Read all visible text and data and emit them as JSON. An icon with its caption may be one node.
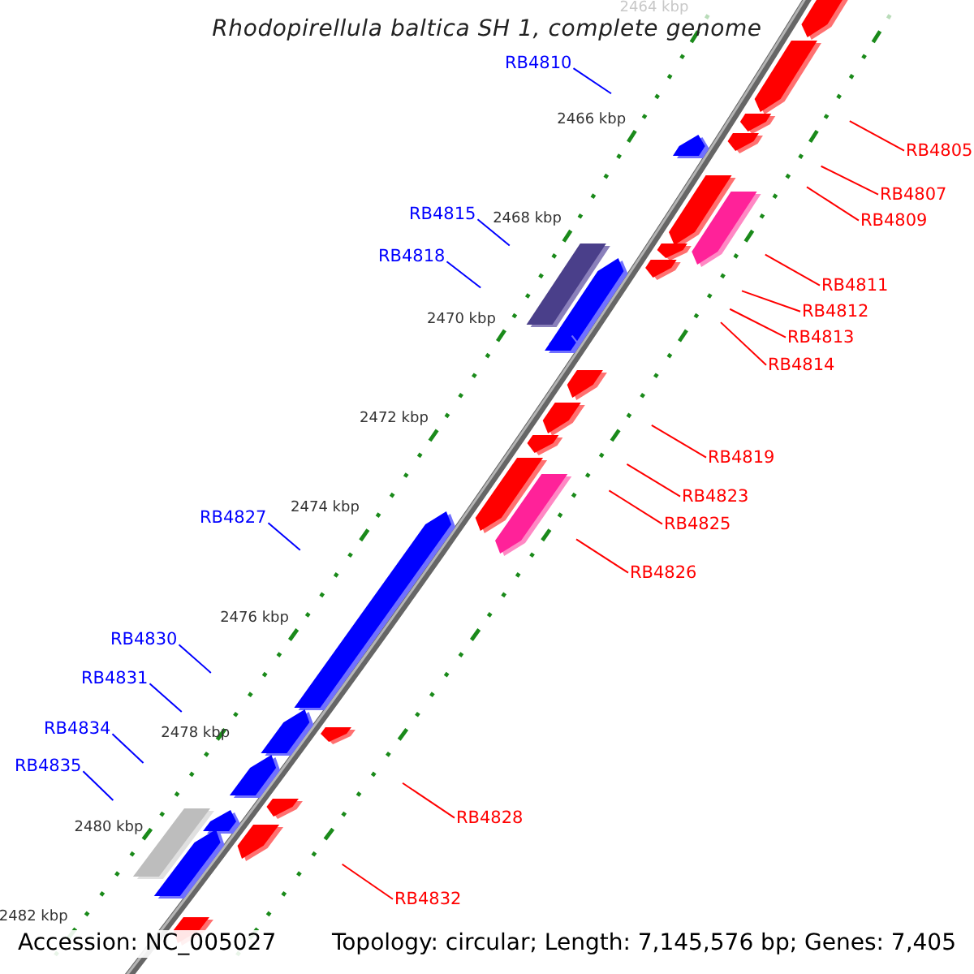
{
  "diagram": {
    "title": "Rhodopirellula baltica SH 1, complete genome",
    "nodes": [
      {
        "text": [
          "RB4810"
        ]
      },
      {
        "text": [
          "RB4805"
        ]
      },
      {
        "text": [
          "RB4807"
        ]
      },
      {
        "text": [
          "RB4815"
        ]
      },
      {
        "text": [
          "RB4809"
        ]
      },
      {
        "text": [
          "RB4818"
        ]
      },
      {
        "text": [
          "RB4811"
        ]
      },
      {
        "text": [
          "RB4812"
        ]
      },
      {
        "text": [
          "RB4813"
        ]
      },
      {
        "text": [
          "RB4814"
        ]
      },
      {
        "text": [
          "RB4819"
        ]
      },
      {
        "text": [
          "RB4823"
        ]
      },
      {
        "text": [
          "RB4827"
        ]
      },
      {
        "text": [
          "RB4825"
        ]
      },
      {
        "text": [
          "RB4826"
        ]
      },
      {
        "text": [
          "RB4830"
        ]
      },
      {
        "text": [
          "RB4831"
        ]
      },
      {
        "text": [
          "RB4834"
        ]
      },
      {
        "text": [
          "RB4835"
        ]
      },
      {
        "text": [
          "RB4828"
        ]
      },
      {
        "text": [
          "RB4832"
        ]
      }
    ],
    "edges": [
      {
        "from": 0,
        "to": null,
        "arrow": "none",
        "color": "#0000ff"
      },
      {
        "from": 1,
        "to": null,
        "arrow": "none"
      },
      {
        "from": 2,
        "to": null,
        "arrow": "none"
      },
      {
        "from": 3,
        "to": null,
        "arrow": "none",
        "color": "#0000ff"
      },
      {
        "from": 4,
        "to": null,
        "arrow": "none"
      },
      {
        "from": 5,
        "to": null,
        "arrow": "none",
        "color": "#0000ff"
      },
      {
        "from": 6,
        "to": null,
        "arrow": "none"
      },
      {
        "from": 7,
        "to": null,
        "arrow": "none"
      },
      {
        "from": 8,
        "to": null,
        "arrow": "none"
      },
      {
        "from": 9,
        "to": null,
        "arrow": "none"
      },
      {
        "from": 10,
        "to": null,
        "arrow": "none"
      },
      {
        "from": 11,
        "to": null,
        "arrow": "none"
      },
      {
        "from": 12,
        "to": null,
        "arrow": "none",
        "color": "#0000ff"
      },
      {
        "from": 13,
        "to": null,
        "arrow": "none"
      },
      {
        "from": 14,
        "to": null,
        "arrow": "none"
      },
      {
        "from": 15,
        "to": null,
        "arrow": "none",
        "color": "#0000ff"
      },
      {
        "from": 16,
        "to": null,
        "arrow": "none",
        "color": "#0000ff"
      },
      {
        "from": 17,
        "to": null,
        "arrow": "none",
        "color": "#0000ff"
      },
      {
        "from": 18,
        "to": null,
        "arrow": "none",
        "color": "#0000ff"
      },
      {
        "from": 19,
        "to": null,
        "arrow": "none"
      },
      {
        "from": 20,
        "to": null,
        "arrow": "none"
      }
    ],
    "labels": [
      "2464 kbp",
      "2466 kbp",
      "2468 kbp",
      "2470 kbp",
      "2472 kbp",
      "2474 kbp",
      "2476 kbp",
      "2478 kbp",
      "2480 kbp",
      "2482 kbp",
      "Accession: NC_005027",
      "Topology: circular; Length: 7,145,576 bp; Genes: 7,405"
    ]
  }
}
